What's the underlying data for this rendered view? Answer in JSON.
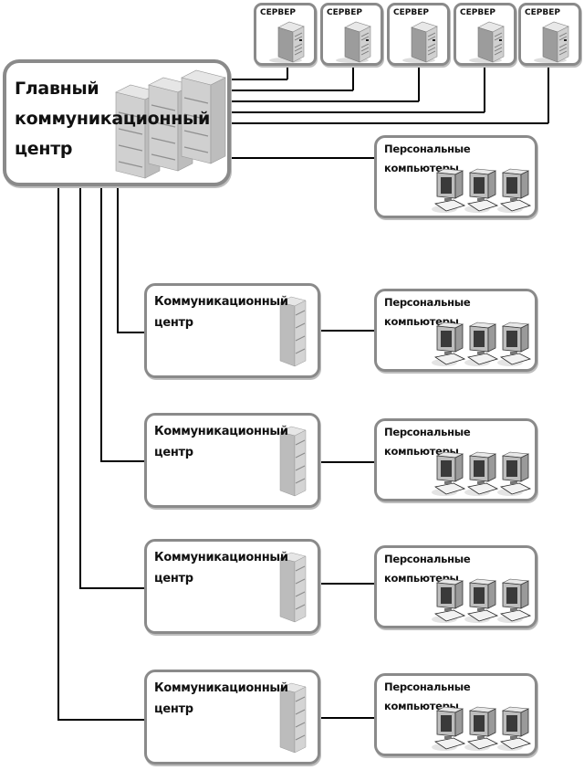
{
  "main_center": {
    "title_lines": [
      "Главный",
      "коммуникационный",
      "центр"
    ]
  },
  "servers": [
    {
      "label": "СЕРВЕР"
    },
    {
      "label": "СЕРВЕР"
    },
    {
      "label": "СЕРВЕР"
    },
    {
      "label": "СЕРВЕР"
    },
    {
      "label": "СЕРВЕР"
    }
  ],
  "comm_centers": [
    {
      "title_lines": [
        "Коммуникационный",
        "центр"
      ]
    },
    {
      "title_lines": [
        "Коммуникационный",
        "центр"
      ]
    },
    {
      "title_lines": [
        "Коммуникационный",
        "центр"
      ]
    },
    {
      "title_lines": [
        "Коммуникационный",
        "центр"
      ]
    }
  ],
  "pc_groups": [
    {
      "title_lines": [
        "Персональные",
        "компьютеры"
      ],
      "count": 3
    },
    {
      "title_lines": [
        "Персональные",
        "компьютеры"
      ],
      "count": 3
    },
    {
      "title_lines": [
        "Персональные",
        "компьютеры"
      ],
      "count": 3
    },
    {
      "title_lines": [
        "Персональные",
        "компьютеры"
      ],
      "count": 3
    },
    {
      "title_lines": [
        "Персональные",
        "компьютеры"
      ],
      "count": 3
    }
  ],
  "colors": {
    "border": "#8a8a8a",
    "line": "#000000",
    "server_face": "#c8c8c8"
  }
}
